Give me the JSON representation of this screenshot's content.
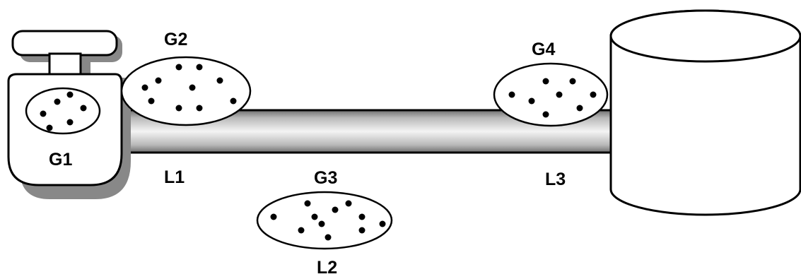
{
  "groups": {
    "g1": "G1",
    "g2": "G2",
    "g3": "G3",
    "g4": "G4"
  },
  "locations": {
    "l1": "L1",
    "l2": "L2",
    "l3": "L3"
  },
  "colors": {
    "stroke": "#000000",
    "fill": "#ffffff",
    "shadow": "#888888",
    "pipe_dark": "#6e6e6e",
    "pipe_light": "#f4f4f4"
  }
}
